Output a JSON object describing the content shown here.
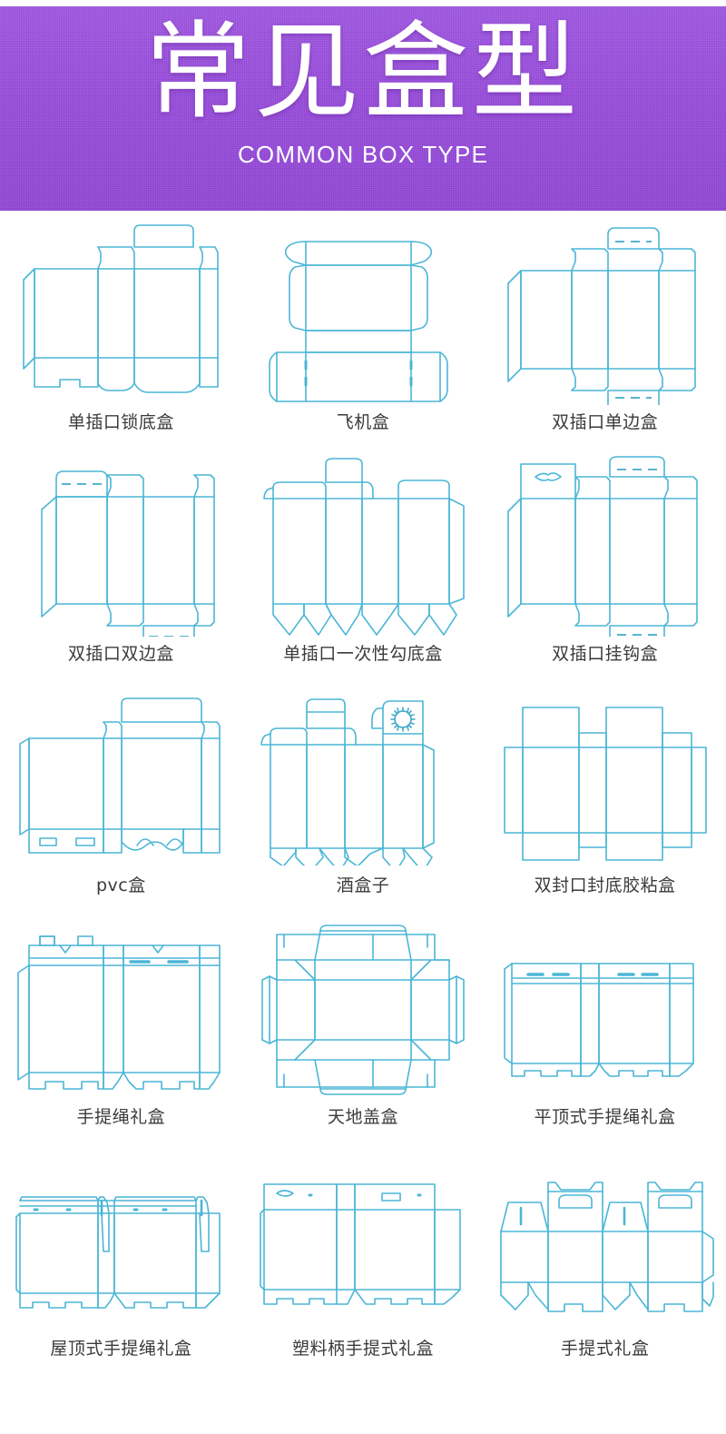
{
  "header": {
    "title_cn": "常见盒型",
    "title_en": "COMMON BOX TYPE",
    "background_color": "#9a4ce0",
    "text_color": "#ffffff"
  },
  "style": {
    "dieline_color": "#4bb6d6",
    "caption_color": "#3b3b3b",
    "page_background": "#ffffff"
  },
  "grid": {
    "columns": 3,
    "rows": 5,
    "total_items": 15
  },
  "boxes": [
    {
      "id": "box-1",
      "label": "单插口锁底盒",
      "row": 1,
      "col": 1,
      "icon": "dieline-straight-tuck-lock-bottom"
    },
    {
      "id": "box-2",
      "label": "飞机盒",
      "row": 1,
      "col": 2,
      "icon": "dieline-mailer-box"
    },
    {
      "id": "box-3",
      "label": "双插口单边盒",
      "row": 1,
      "col": 3,
      "icon": "dieline-double-tuck-single-side"
    },
    {
      "id": "box-4",
      "label": "双插口双边盒",
      "row": 2,
      "col": 1,
      "icon": "dieline-double-tuck-double-side"
    },
    {
      "id": "box-5",
      "label": "单插口一次性勾底盒",
      "row": 2,
      "col": 2,
      "icon": "dieline-single-tuck-crash-lock-bottom"
    },
    {
      "id": "box-6",
      "label": "双插口挂钩盒",
      "row": 2,
      "col": 3,
      "icon": "dieline-double-tuck-hang-hole"
    },
    {
      "id": "box-7",
      "label": "pvc盒",
      "row": 3,
      "col": 1,
      "icon": "dieline-pvc-box"
    },
    {
      "id": "box-8",
      "label": "酒盒子",
      "row": 3,
      "col": 2,
      "icon": "dieline-wine-box"
    },
    {
      "id": "box-9",
      "label": "双封口封底胶粘盒",
      "row": 3,
      "col": 3,
      "icon": "dieline-double-seal-glued-bottom"
    },
    {
      "id": "box-10",
      "label": "手提绳礼盒",
      "row": 4,
      "col": 1,
      "icon": "dieline-rope-handle-gift-box"
    },
    {
      "id": "box-11",
      "label": "天地盖盒",
      "row": 4,
      "col": 2,
      "icon": "dieline-lid-and-base-box"
    },
    {
      "id": "box-12",
      "label": "平顶式手提绳礼盒",
      "row": 4,
      "col": 3,
      "icon": "dieline-flat-top-rope-gift-box"
    },
    {
      "id": "box-13",
      "label": "屋顶式手提绳礼盒",
      "row": 5,
      "col": 1,
      "icon": "dieline-roof-top-rope-gift-box"
    },
    {
      "id": "box-14",
      "label": "塑料柄手提式礼盒",
      "row": 5,
      "col": 2,
      "icon": "dieline-plastic-handle-gift-box"
    },
    {
      "id": "box-15",
      "label": "手提式礼盒",
      "row": 5,
      "col": 3,
      "icon": "dieline-handle-gift-box"
    }
  ]
}
